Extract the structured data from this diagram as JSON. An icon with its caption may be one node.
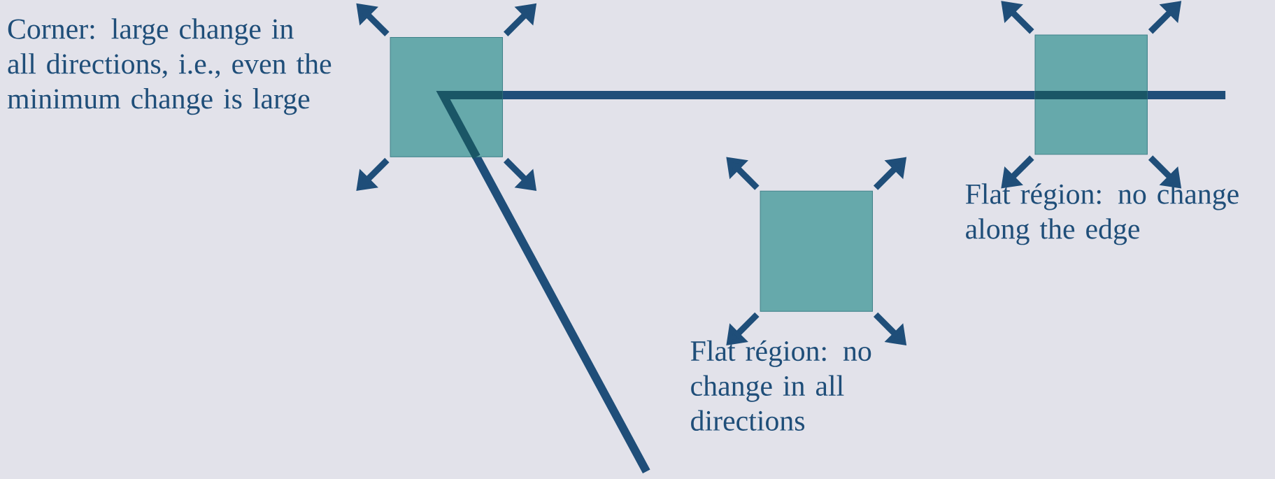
{
  "diagram": {
    "nodes": [
      {
        "text": [],
        "shape": "box",
        "beside": [
          "Corner: large change in all directions, i.e., even the minimum change is large"
        ]
      },
      {
        "text": [],
        "shape": "box",
        "beside": [
          "Flat région: no change in all directions"
        ]
      },
      {
        "text": [],
        "shape": "box",
        "beside": [
          "Flat région: no change along the edge"
        ]
      }
    ]
  }
}
